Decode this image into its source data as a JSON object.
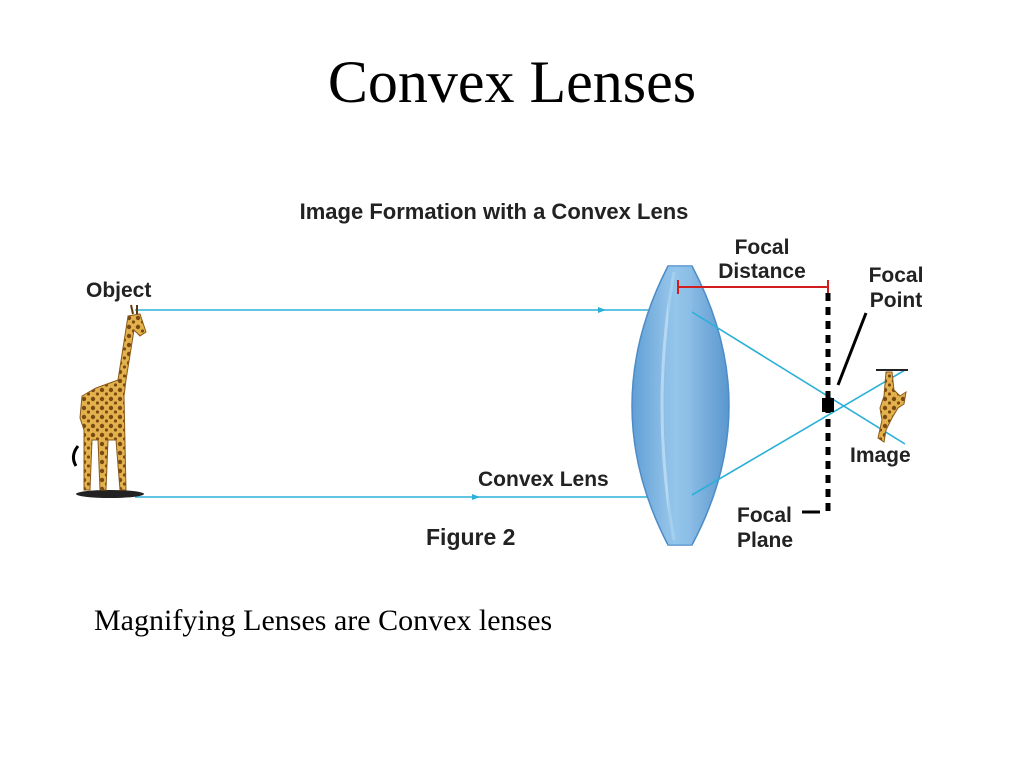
{
  "slide": {
    "title": "Convex Lenses",
    "caption": "Magnifying Lenses are Convex lenses"
  },
  "diagram": {
    "heading": "Image Formation with a Convex Lens",
    "labels": {
      "object": "Object",
      "focal_distance_line1": "Focal",
      "focal_distance_line2": "Distance",
      "focal_point_line1": "Focal",
      "focal_point_line2": "Point",
      "image": "Image",
      "convex_lens": "Convex Lens",
      "figure": "Figure 2",
      "focal_plane_line1": "Focal",
      "focal_plane_line2": "Plane"
    },
    "colors": {
      "ray": "#2bb0d8",
      "lens": "#7fb6e2",
      "focal_distance": "#d21e1e",
      "giraffe": "#d9a43a"
    }
  }
}
